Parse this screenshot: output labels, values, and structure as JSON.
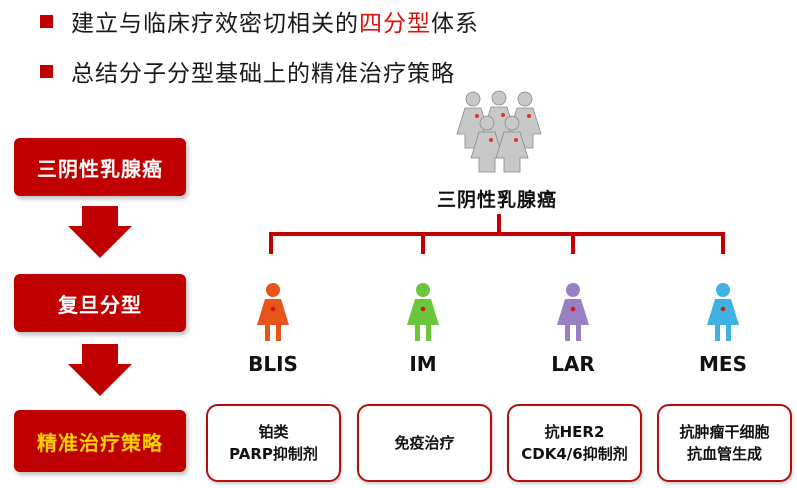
{
  "bullets": [
    {
      "text_before": "建立与临床疗效密切相关的",
      "highlight": "四分型",
      "text_after": "体系"
    },
    {
      "text_before": "总结分子分型基础上的精准治疗策略",
      "highlight": "",
      "text_after": ""
    }
  ],
  "flow": {
    "steps": [
      "三阴性乳腺癌",
      "复旦分型",
      "精准治疗策略"
    ]
  },
  "tree": {
    "root_label": "三阴性乳腺癌",
    "subtypes": [
      {
        "name": "BLIS",
        "color": "#e8541a",
        "treatment": [
          "铂类",
          "PARP抑制剂"
        ]
      },
      {
        "name": "IM",
        "color": "#6cc63b",
        "treatment": [
          "免疫治疗"
        ]
      },
      {
        "name": "LAR",
        "color": "#9a7fc4",
        "treatment": [
          "抗HER2",
          "CDK4/6抑制剂"
        ]
      },
      {
        "name": "MES",
        "color": "#3fb2e3",
        "treatment": [
          "抗肿瘤干细胞",
          "抗血管生成"
        ]
      }
    ]
  },
  "colors": {
    "accent": "#c00000",
    "highlight": "#e01010",
    "gold": "#ffd100"
  }
}
